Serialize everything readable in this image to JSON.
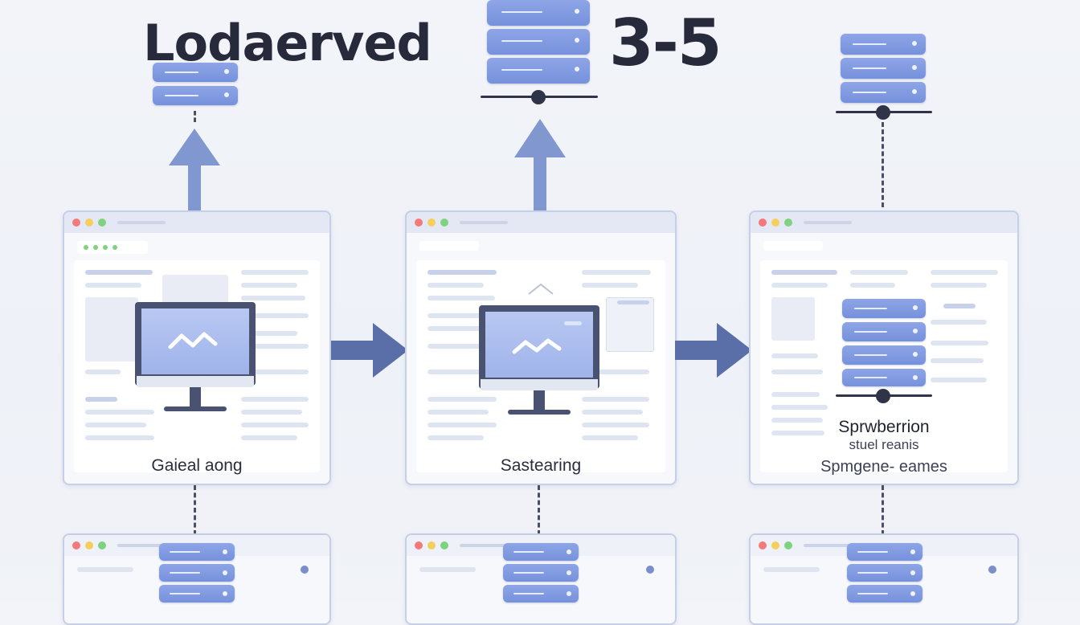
{
  "title": "Lodaerved",
  "title_number": "3-5",
  "panels": [
    {
      "caption": "Gaieal aong"
    },
    {
      "caption": "Sastearing"
    },
    {
      "caption_bold": "Sprwberrion",
      "caption_small": "stuel reanis",
      "caption_sub": "Spmgene- eames"
    }
  ],
  "colors": {
    "server": "#7f98df",
    "arrow_up": "#8197cf",
    "arrow_right": "#5a6fa8",
    "window_border": "#c7cfe6",
    "text": "#262a3b"
  },
  "icons": [
    "server-stack-icon",
    "monitor-chart-icon",
    "arrow-up-icon",
    "arrow-right-icon"
  ]
}
